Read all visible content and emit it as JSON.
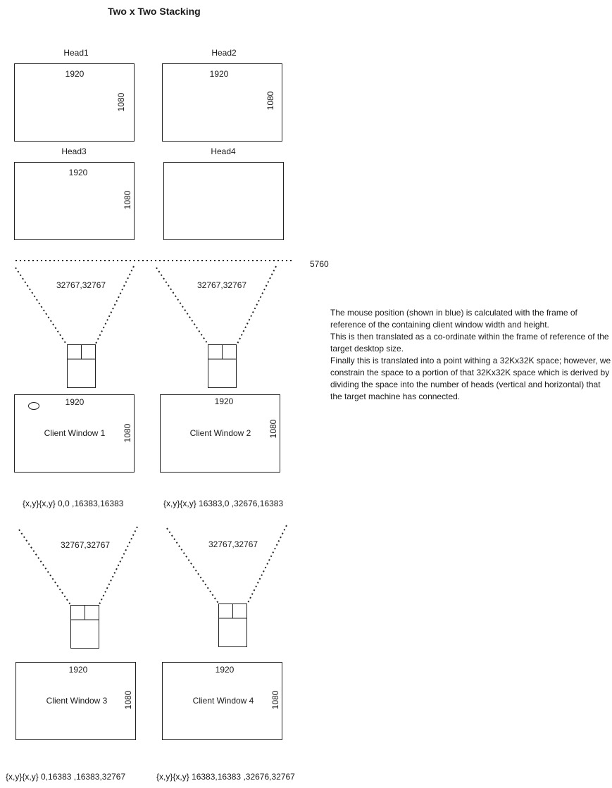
{
  "title": "Two x Two Stacking",
  "heads": [
    {
      "label": "Head1",
      "width": "1920",
      "height": "1080"
    },
    {
      "label": "Head2",
      "width": "1920",
      "height": "1080"
    },
    {
      "label": "Head3",
      "width": "1920",
      "height": "1080"
    },
    {
      "label": "Head4"
    }
  ],
  "total_width": "5760",
  "projection_labels": [
    "32767,32767",
    "32767,32767",
    "32767,32767",
    "32767,32767"
  ],
  "clients": [
    {
      "label": "Client Window 1",
      "width": "1920",
      "height": "1080",
      "range": "{x,y}{x,y} 0,0 ,16383,16383"
    },
    {
      "label": "Client Window 2",
      "width": "1920",
      "height": "1080",
      "range": "{x,y}{x,y} 16383,0 ,32676,16383"
    },
    {
      "label": "Client Window 3",
      "width": "1920",
      "height": "1080",
      "range": "{x,y}{x,y} 0,16383 ,16383,32767"
    },
    {
      "label": "Client Window 4",
      "width": "1920",
      "height": "1080",
      "range": "{x,y}{x,y} 16383,16383 ,32676,32767"
    }
  ],
  "description": [
    "The mouse position (shown in blue) is calculated with the frame of reference of the containing client window width and height.",
    "This is then translated as a co-ordinate within the frame of reference of the target desktop size.",
    "Finally this is translated into a point withing a 32Kx32K space; however, we constrain the space to a portion of that 32Kx32K space which is derived by dividing the space into the number of heads (vertical and horizontal) that the target machine has connected."
  ]
}
